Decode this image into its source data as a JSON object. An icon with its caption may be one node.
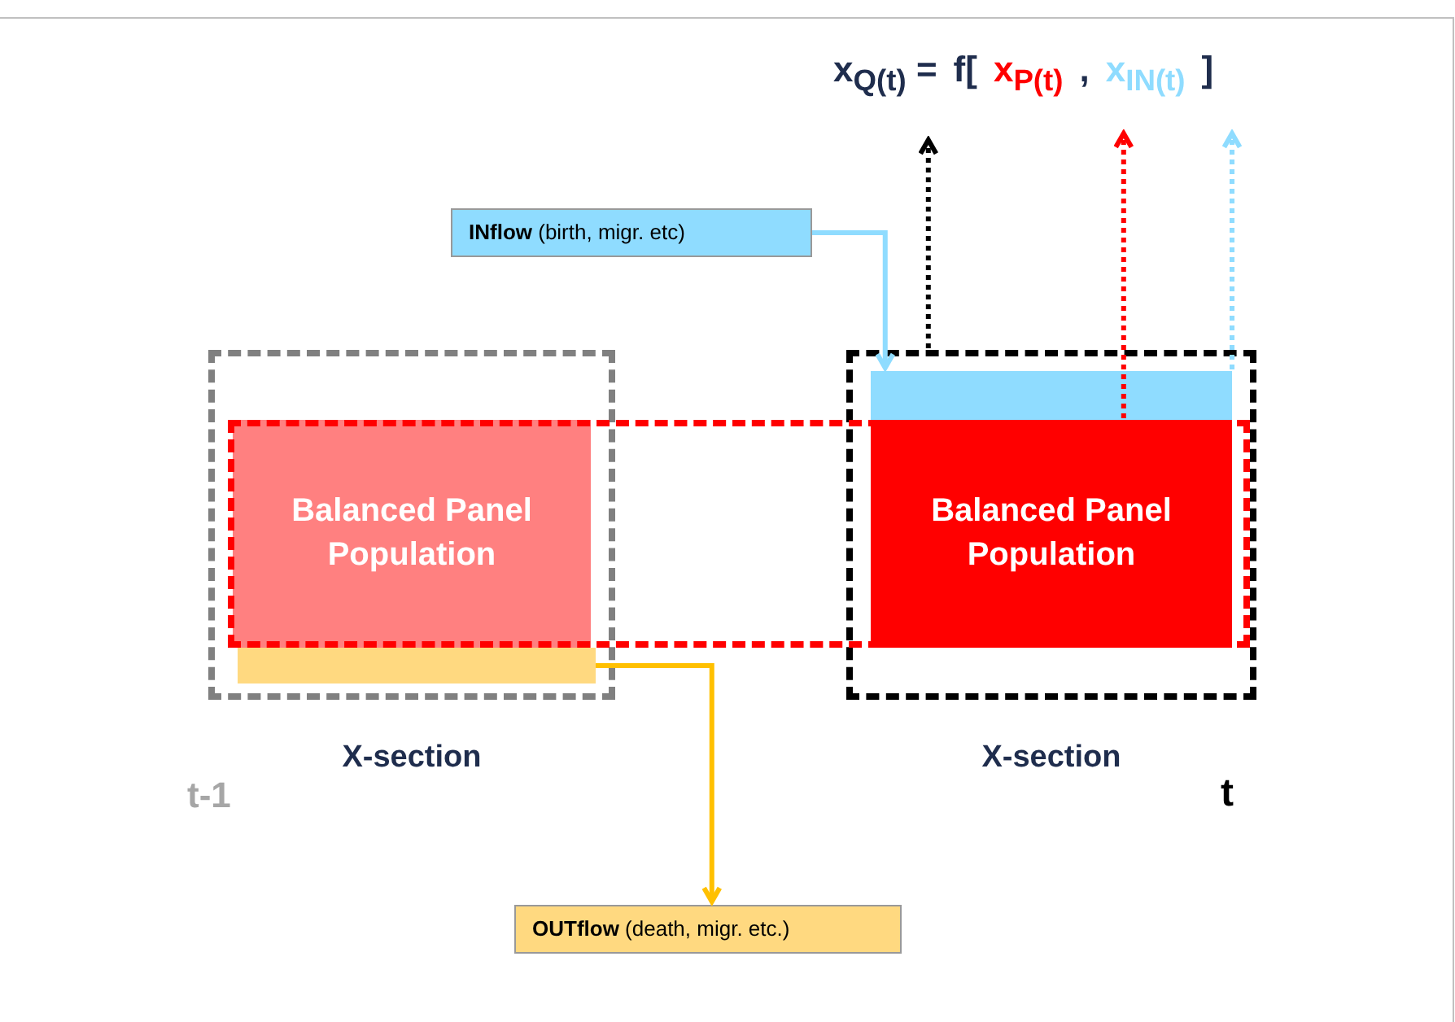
{
  "diagram": {
    "nodes": [
      {
        "text": [],
        "shape": "box",
        "beside": [
          "X-section"
        ]
      },
      {
        "text": [
          "Balanced Panel Population"
        ]
      },
      {
        "text": [],
        "shape": "bar",
        "in": 0
      },
      {
        "text": [],
        "shape": "box",
        "beside": [
          "X-section"
        ]
      },
      {
        "text": [],
        "shape": "bar",
        "in": 3
      },
      {
        "text": [
          "Balanced Panel Population"
        ]
      },
      {
        "text": [],
        "shape": "box"
      },
      {
        "text": [
          "**INflow** (birth, migr. etc)"
        ]
      },
      {
        "text": [
          "**OUTflow** (death, migr. etc.)"
        ]
      }
    ],
    "edges": [
      {
        "from": 7,
        "to": 4,
        "arrow": "to",
        "color": "#8fdcff"
      },
      {
        "from": 2,
        "to": 8,
        "arrow": "to",
        "color": "#ffc000"
      },
      {
        "from": 3,
        "to": null,
        "arrow": "to",
        "style": "dashed",
        "color": "#000000"
      },
      {
        "from": 5,
        "to": null,
        "arrow": "to",
        "style": "dashed",
        "color": "#ff0000"
      },
      {
        "from": 4,
        "to": null,
        "arrow": "to",
        "style": "dashed",
        "color": "#8fdcff"
      }
    ],
    "labels": [
      "x$_{Q(t)}$ =",
      "f[",
      "x$_{P(t)}$",
      ",",
      "x$_{IN(t)}$",
      "]",
      "t-1",
      "t"
    ]
  }
}
